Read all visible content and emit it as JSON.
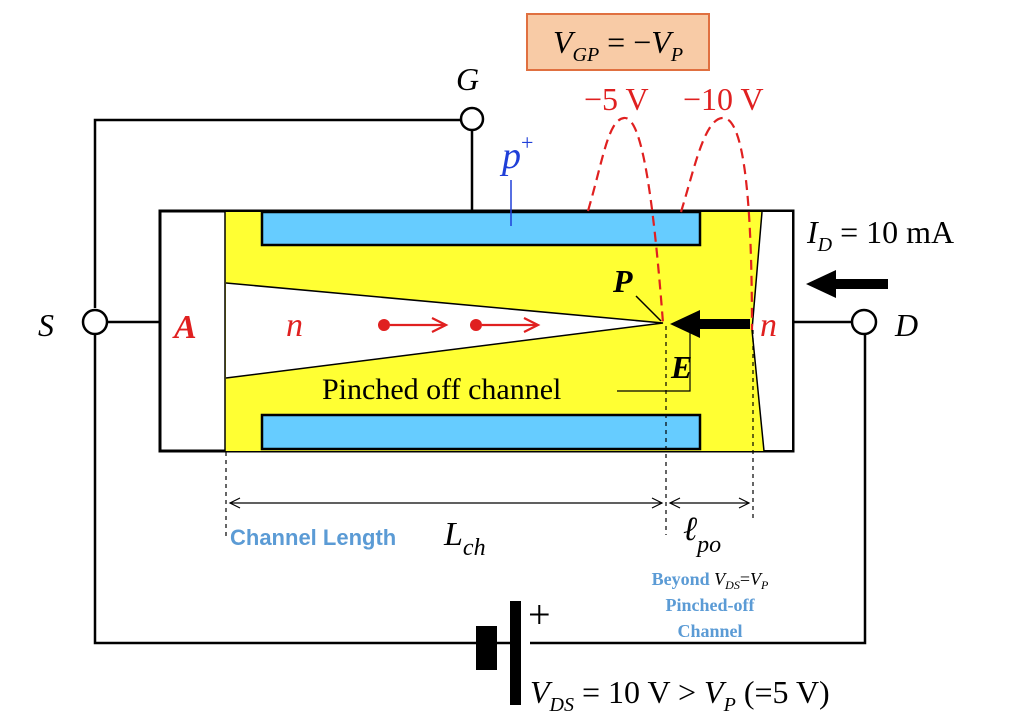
{
  "header": {
    "vgp_main": "V",
    "vgp_sub": "GP",
    "vgp_eq": " = −",
    "vp_main": "V",
    "vp_sub": "P"
  },
  "terminals": {
    "gate": "G",
    "source": "S",
    "drain": "D"
  },
  "labels": {
    "p_plus_main": "p",
    "p_plus_sup": "+",
    "n_left": "n",
    "n_right": "n",
    "point_a": "A",
    "point_p": "P",
    "field_e": "E",
    "pinched_off_channel": "Pinched off channel"
  },
  "voltages": {
    "minus5": "−5 V",
    "minus10": "−10 V"
  },
  "current": {
    "id_main": "I",
    "id_sub": "D",
    "id_value": " = 10 mA"
  },
  "dimensions": {
    "channel_length_text": "Channel Length",
    "lch_main": "L",
    "lch_sub": "ch",
    "lpo_main": "ℓ",
    "lpo_sub": "po"
  },
  "beyond_note": {
    "beyond": "Beyond",
    "vds_main": "V",
    "vds_sub": "DS",
    "eq": "=",
    "vp_main": "V",
    "vp_sub": "P",
    "line2": "Pinched-off",
    "line3": "Channel"
  },
  "battery": {
    "plus": "+",
    "vds_main": "V",
    "vds_sub": "DS",
    "vds_rest": " = 10 V > ",
    "vp_main": "V",
    "vp_sub": "P",
    "vp_rest": " (=5 V)"
  },
  "colors": {
    "red_annotation": "#e02020",
    "yellow_depletion": "#ffff33",
    "blue_gate": "#66ccff",
    "note_blue": "#5b9bd5",
    "header_box": "#f8cba6"
  }
}
